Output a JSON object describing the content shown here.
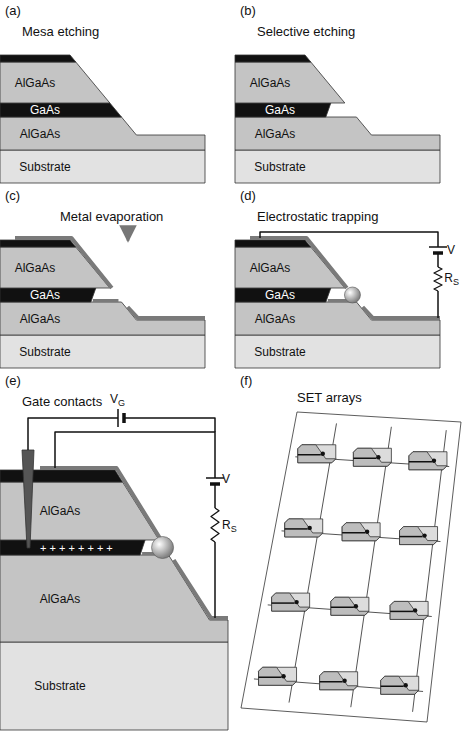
{
  "diagram": {
    "labels": [
      "(a)",
      "Mesa etching",
      "AlGaAs",
      "GaAs",
      "AlGaAs",
      "Substrate",
      "(b)",
      "Selective etching",
      "AlGaAs",
      "GaAs",
      "AlGaAs",
      "Substrate",
      "(c)",
      "Metal evaporation",
      "AlGaAs",
      "GaAs",
      "AlGaAs",
      "Substrate",
      "(d)",
      "Electrostatic trapping",
      "AlGaAs",
      "GaAs",
      "AlGaAs",
      "Substrate",
      "V",
      "RS",
      "(e)",
      "Gate contacts",
      "VG",
      "AlGaAs",
      "+ + + + + + + +",
      "AlGaAs",
      "Substrate",
      "V",
      "RS",
      "(f)",
      "SET arrays"
    ]
  }
}
